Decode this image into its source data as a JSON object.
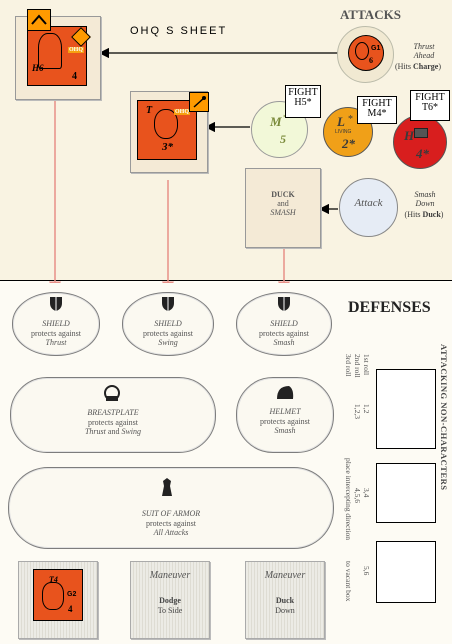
{
  "sheet_title": "OHQ S    SHEET",
  "attacks": {
    "header": "ATTACKS",
    "thrust_counter": {
      "code": "G1",
      "num": "6"
    },
    "thrust_desc": {
      "line1": "Thrust",
      "line2": "Ahead",
      "line3": "(Hits ",
      "line3_bold": "Charge",
      "line3_end": ")"
    },
    "m_disc": {
      "letter": "M",
      "mark": "*",
      "num": "5"
    },
    "l_disc": {
      "letter": "L",
      "mark": "*",
      "sub": "LIVING",
      "num": "2*"
    },
    "h_disc": {
      "letter": "H",
      "num": "4*"
    },
    "fight_boxes": [
      {
        "line1": "FIGHT",
        "line2": "H5*"
      },
      {
        "line1": "FIGHT",
        "line2": "M4*"
      },
      {
        "line1": "FIGHT",
        "line2": "T6*"
      }
    ],
    "attack_circle": "Attack",
    "smash_desc": {
      "line1": "Smash",
      "line2": "Down",
      "line3": "(Hits ",
      "line3_bold": "Duck",
      "line3_end": ")"
    },
    "duck_smash": {
      "line1": "DUCK",
      "line2": "and",
      "line3": "SMASH"
    }
  },
  "char_counter_top": {
    "left": "H6",
    "right_label": "OHQ",
    "num": "4"
  },
  "char_counter_mid": {
    "letter": "T",
    "sub": "OHQ",
    "num": "3*"
  },
  "defenses": {
    "header": "DEFENSES",
    "shields": [
      {
        "title": "SHIELD",
        "line2": "protects against",
        "target": "Thrust"
      },
      {
        "title": "SHIELD",
        "line2": "protects against",
        "target": "Swing"
      },
      {
        "title": "SHIELD",
        "line2": "protects against",
        "target": "Smash"
      }
    ],
    "breastplate": {
      "title": "BREASTPLATE",
      "line2": "protects against",
      "target_a": "Thrust",
      "and": " and ",
      "target_b": "Swing"
    },
    "helmet": {
      "title": "HELMET",
      "line2": "protects against",
      "target": "Smash"
    },
    "armor": {
      "title": "SUIT OF ARMOR",
      "line2": "protects against",
      "target": "All Attacks"
    }
  },
  "maneuvers": [
    {
      "title": "Maneuver",
      "line1": "Dodge",
      "line2": "To Side"
    },
    {
      "title": "Maneuver",
      "line1": "Duck",
      "line2": "Down"
    }
  ],
  "char_counter_bottom": {
    "left": "T4",
    "code": "G2",
    "num": "4"
  },
  "side_table": {
    "header": "ATTACKING NON-CHARACTERS",
    "rolls": [
      "1st roll",
      "2nd roll",
      "3rd roll"
    ],
    "entries": [
      "1,2",
      "1,2,3",
      "3,4",
      "4,5,6",
      "5,6"
    ],
    "place_text": "place intercepting direction",
    "to_text": "to vacant box"
  },
  "colors": {
    "orange": "#e8531d",
    "accent_orange": "#ff9a00",
    "red": "#d81e1e",
    "arrow": "#e89088",
    "disc_green": "#f2f8d8"
  }
}
